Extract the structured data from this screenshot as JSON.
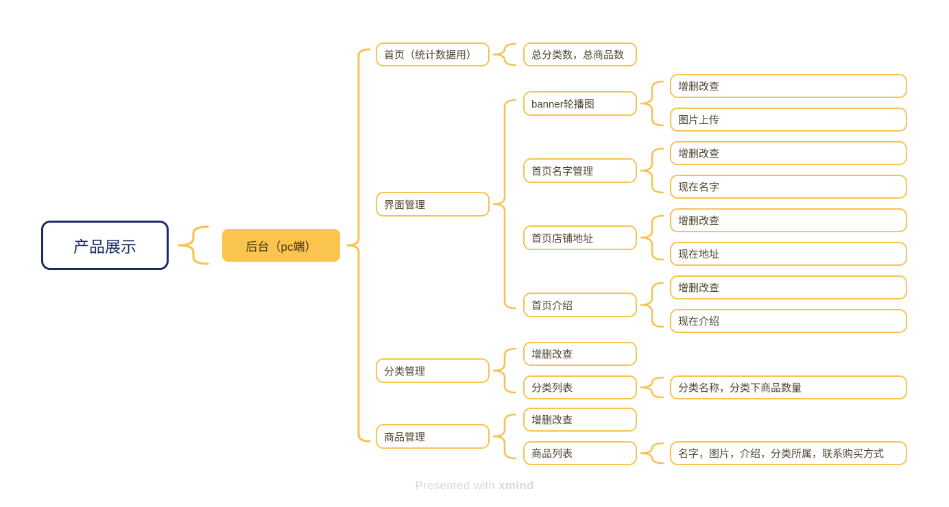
{
  "nodes": {
    "root": "产品展示",
    "backend": "后台（pc端）",
    "home_stats": "首页（统计数据用）",
    "total_counts": "总分类数，总商品数",
    "ui_mgmt": "界面管理",
    "banner": "banner轮播图",
    "banner_crud": "增删改查",
    "banner_upload": "图片上传",
    "home_name": "首页名字管理",
    "name_crud": "增删改查",
    "name_current": "现在名字",
    "home_addr": "首页店铺地址",
    "addr_crud": "增删改查",
    "addr_current": "现在地址",
    "home_intro": "首页介绍",
    "intro_crud": "增删改查",
    "intro_current": "现在介绍",
    "cat_mgmt": "分类管理",
    "cat_crud": "增删改查",
    "cat_list": "分类列表",
    "cat_detail": "分类名称，分类下商品数量",
    "prod_mgmt": "商品管理",
    "prod_crud": "增删改查",
    "prod_list": "商品列表",
    "prod_detail": "名字，图片，介绍，分类所属，联系购买方式"
  },
  "hierarchy": {
    "node": "root",
    "children": [
      {
        "node": "backend",
        "children": [
          {
            "node": "home_stats",
            "children": [
              {
                "node": "total_counts"
              }
            ]
          },
          {
            "node": "ui_mgmt",
            "children": [
              {
                "node": "banner",
                "children": [
                  {
                    "node": "banner_crud"
                  },
                  {
                    "node": "banner_upload"
                  }
                ]
              },
              {
                "node": "home_name",
                "children": [
                  {
                    "node": "name_crud"
                  },
                  {
                    "node": "name_current"
                  }
                ]
              },
              {
                "node": "home_addr",
                "children": [
                  {
                    "node": "addr_crud"
                  },
                  {
                    "node": "addr_current"
                  }
                ]
              },
              {
                "node": "home_intro",
                "children": [
                  {
                    "node": "intro_crud"
                  },
                  {
                    "node": "intro_current"
                  }
                ]
              }
            ]
          },
          {
            "node": "cat_mgmt",
            "children": [
              {
                "node": "cat_crud"
              },
              {
                "node": "cat_list",
                "children": [
                  {
                    "node": "cat_detail"
                  }
                ]
              }
            ]
          },
          {
            "node": "prod_mgmt",
            "children": [
              {
                "node": "prod_crud"
              },
              {
                "node": "prod_list",
                "children": [
                  {
                    "node": "prod_detail"
                  }
                ]
              }
            ]
          }
        ]
      }
    ]
  },
  "footer": {
    "text": "Presented with ",
    "brand": "xmind"
  },
  "colors": {
    "accent": "#F6C351",
    "root_border": "#1D2A63",
    "root_text": "#1D2A63",
    "node_text": "#4E4530",
    "backend_fill": "#FBC44E",
    "backend_text": "#363019",
    "footer_text": "#D8D8D8"
  }
}
